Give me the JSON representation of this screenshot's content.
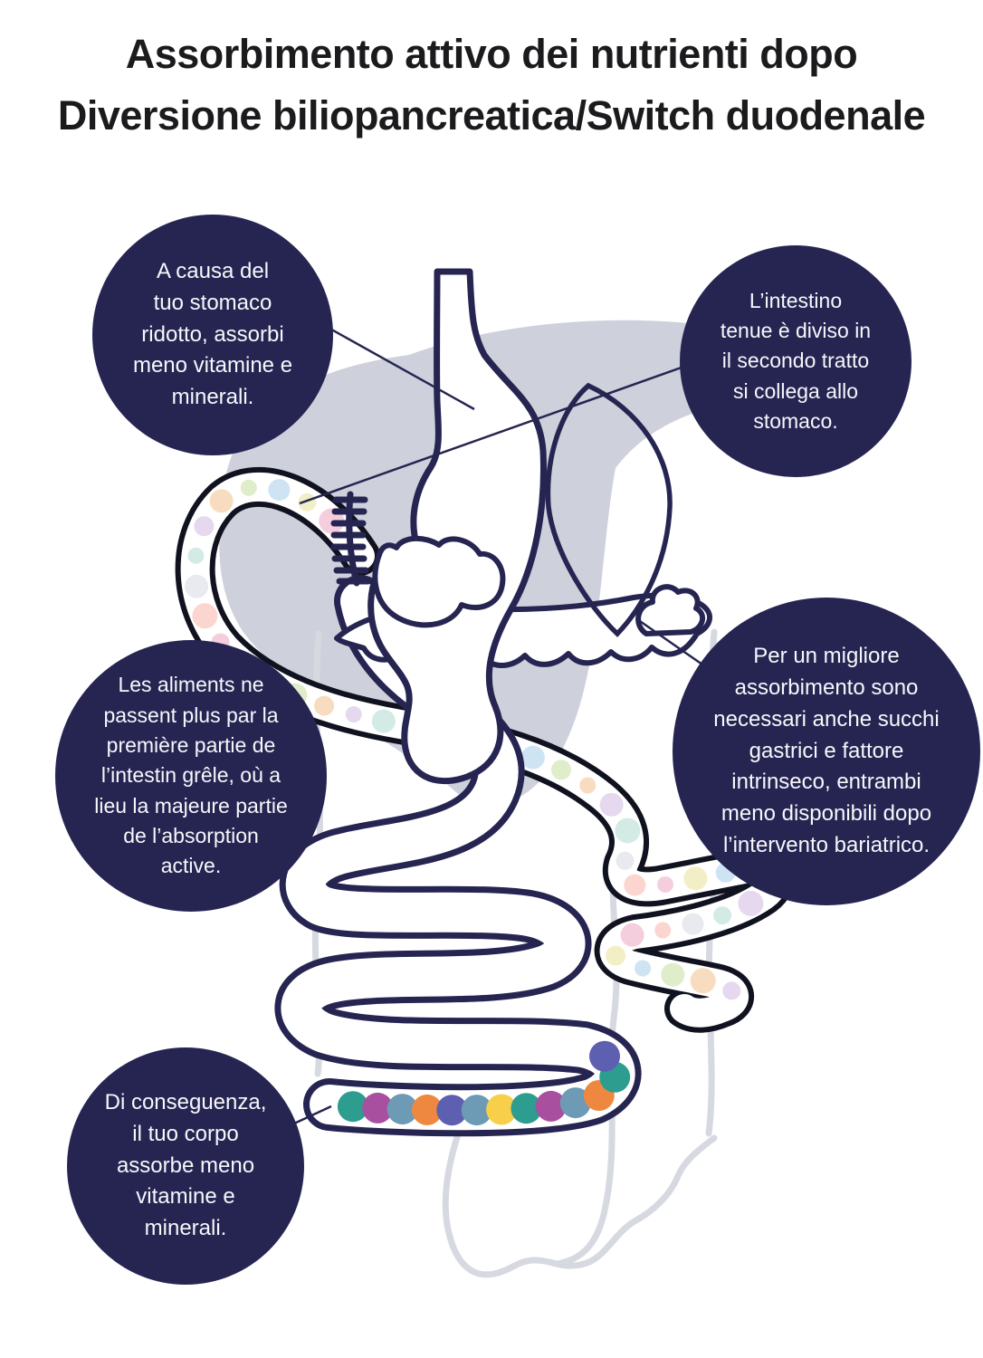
{
  "title": {
    "text": "Assorbimento attivo dei nutrienti dopo\nDiversione biliopancreatica/Switch duodenale"
  },
  "callouts": {
    "reduced_stomach": {
      "text": "A causa del\ntuo stomaco\nridotto, assorbi\nmeno vitamine e\nminerali."
    },
    "intestine_division": {
      "text": "L’intestino\ntenue è diviso in\nil secondo tratto\nsi collega allo\nstomaco."
    },
    "food_bypass": {
      "text": "Les aliments ne\npassent plus par la\npremière partie de\nl’intestin grêle, où a\nlieu la majeure partie\nde l’absorption\nactive."
    },
    "gastric_juices": {
      "text": "Per un migliore\nassorbimento sono\nnecessari anche succhi\ngastrici e fattore\nintrinseco, entrambi\nmeno disponibili dopo\nl’intervento bariatrico."
    },
    "consequence": {
      "text": "Di conseguenza,\nil tuo corpo\nassorbe meno\nvitamine e\nminerali."
    }
  },
  "colors": {
    "bubble_navy": "#262552",
    "outline_navy": "#272350",
    "outline_black": "#10121f",
    "liver_gray": "#ced1dc",
    "colon_gray": "#d7d9e1",
    "background": "#ffffff",
    "title_text": "#1b1b1d",
    "bubble_text": "#f7f7fb"
  },
  "nutrient_dots": {
    "bypassed_limb_pastel_colors": [
      "#f5cede",
      "#f2eec5",
      "#cfe4f3",
      "#dfedca",
      "#f8dcc0",
      "#e6d8ee",
      "#d4eae5",
      "#e8eaf0",
      "#fbd6d0"
    ],
    "bypassed_limb_dot_radii": [
      14,
      10,
      12,
      9,
      13,
      11,
      9,
      13
    ],
    "common_channel_colors": [
      "#2d9d90",
      "#a94f9f",
      "#6d9ab5",
      "#ee8840",
      "#5d5fb0",
      "#6d9ab5",
      "#f7cf4a",
      "#2d9d90",
      "#a94f9f",
      "#6d9ab5",
      "#ee8840",
      "#2d9d90",
      "#5d5fb0"
    ],
    "common_channel_dot_radius": 17
  }
}
